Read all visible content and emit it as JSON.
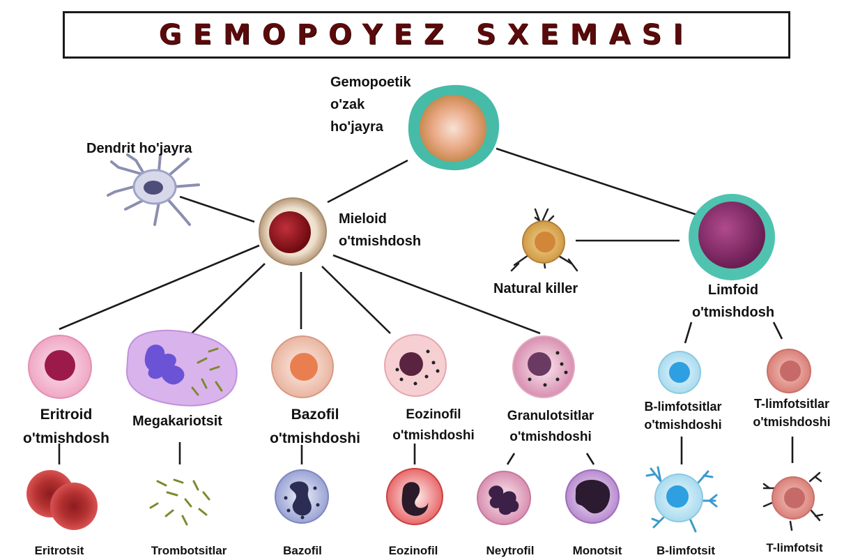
{
  "title": "GEMOPOYEZ SXEMASI",
  "colors": {
    "title_text": "#5a0a0a",
    "line": "#1a1a1a",
    "hsc_outer": "#46bba8",
    "hsc_inner": "#e9a986",
    "myeloid_nucleus": "#8a0f16",
    "lymphoid_outer": "#4fc3b0",
    "lymphoid_inner": "#8c2a6c",
    "erythrocyte": "#b52f32",
    "megakaryocyte": "#d9b3ec",
    "basophil": "#f0b9a0",
    "eosinophil": "#f5cfd2",
    "granulocyte": "#f1cfd8",
    "b_cell": "#bfe6f5",
    "t_cell": "#e29a94"
  },
  "labels": {
    "hsc": [
      "Gemopoetik",
      "o'zak",
      "ho'jayra"
    ],
    "dendrit": "Dendrit ho'jayra",
    "myeloid": [
      "Mieloid",
      "o'tmishdosh"
    ],
    "natural_killer": "Natural killer",
    "lymphoid": [
      "Limfoid",
      "o'tmishdosh"
    ],
    "erythroid": [
      "Eritroid",
      "o'tmishdosh"
    ],
    "megakaryocyte": "Megakariotsit",
    "basophil_prog": [
      "Bazofil",
      "o'tmishdoshi"
    ],
    "eosinophil_prog": [
      "Eozinofil",
      "o'tmishdoshi"
    ],
    "granulocyte_prog": [
      "Granulotsitlar",
      "o'tmishdoshi"
    ],
    "b_prog": [
      "B-limfotsitlar",
      "o'tmishdoshi"
    ],
    "t_prog": [
      "T-limfotsitlar",
      "o'tmishdoshi"
    ]
  },
  "bottom_labels": {
    "eritrotsit": "Eritrotsit",
    "trombotsitlar": "Trombotsitlar",
    "bazofil": "Bazofil",
    "eozinofil": "Eozinofil",
    "neytrofil": "Neytrofil",
    "monotsit": "Monotsit",
    "b_limfotsit": "B-limfotsit",
    "t_limfotsit": "T-limfotsit"
  }
}
